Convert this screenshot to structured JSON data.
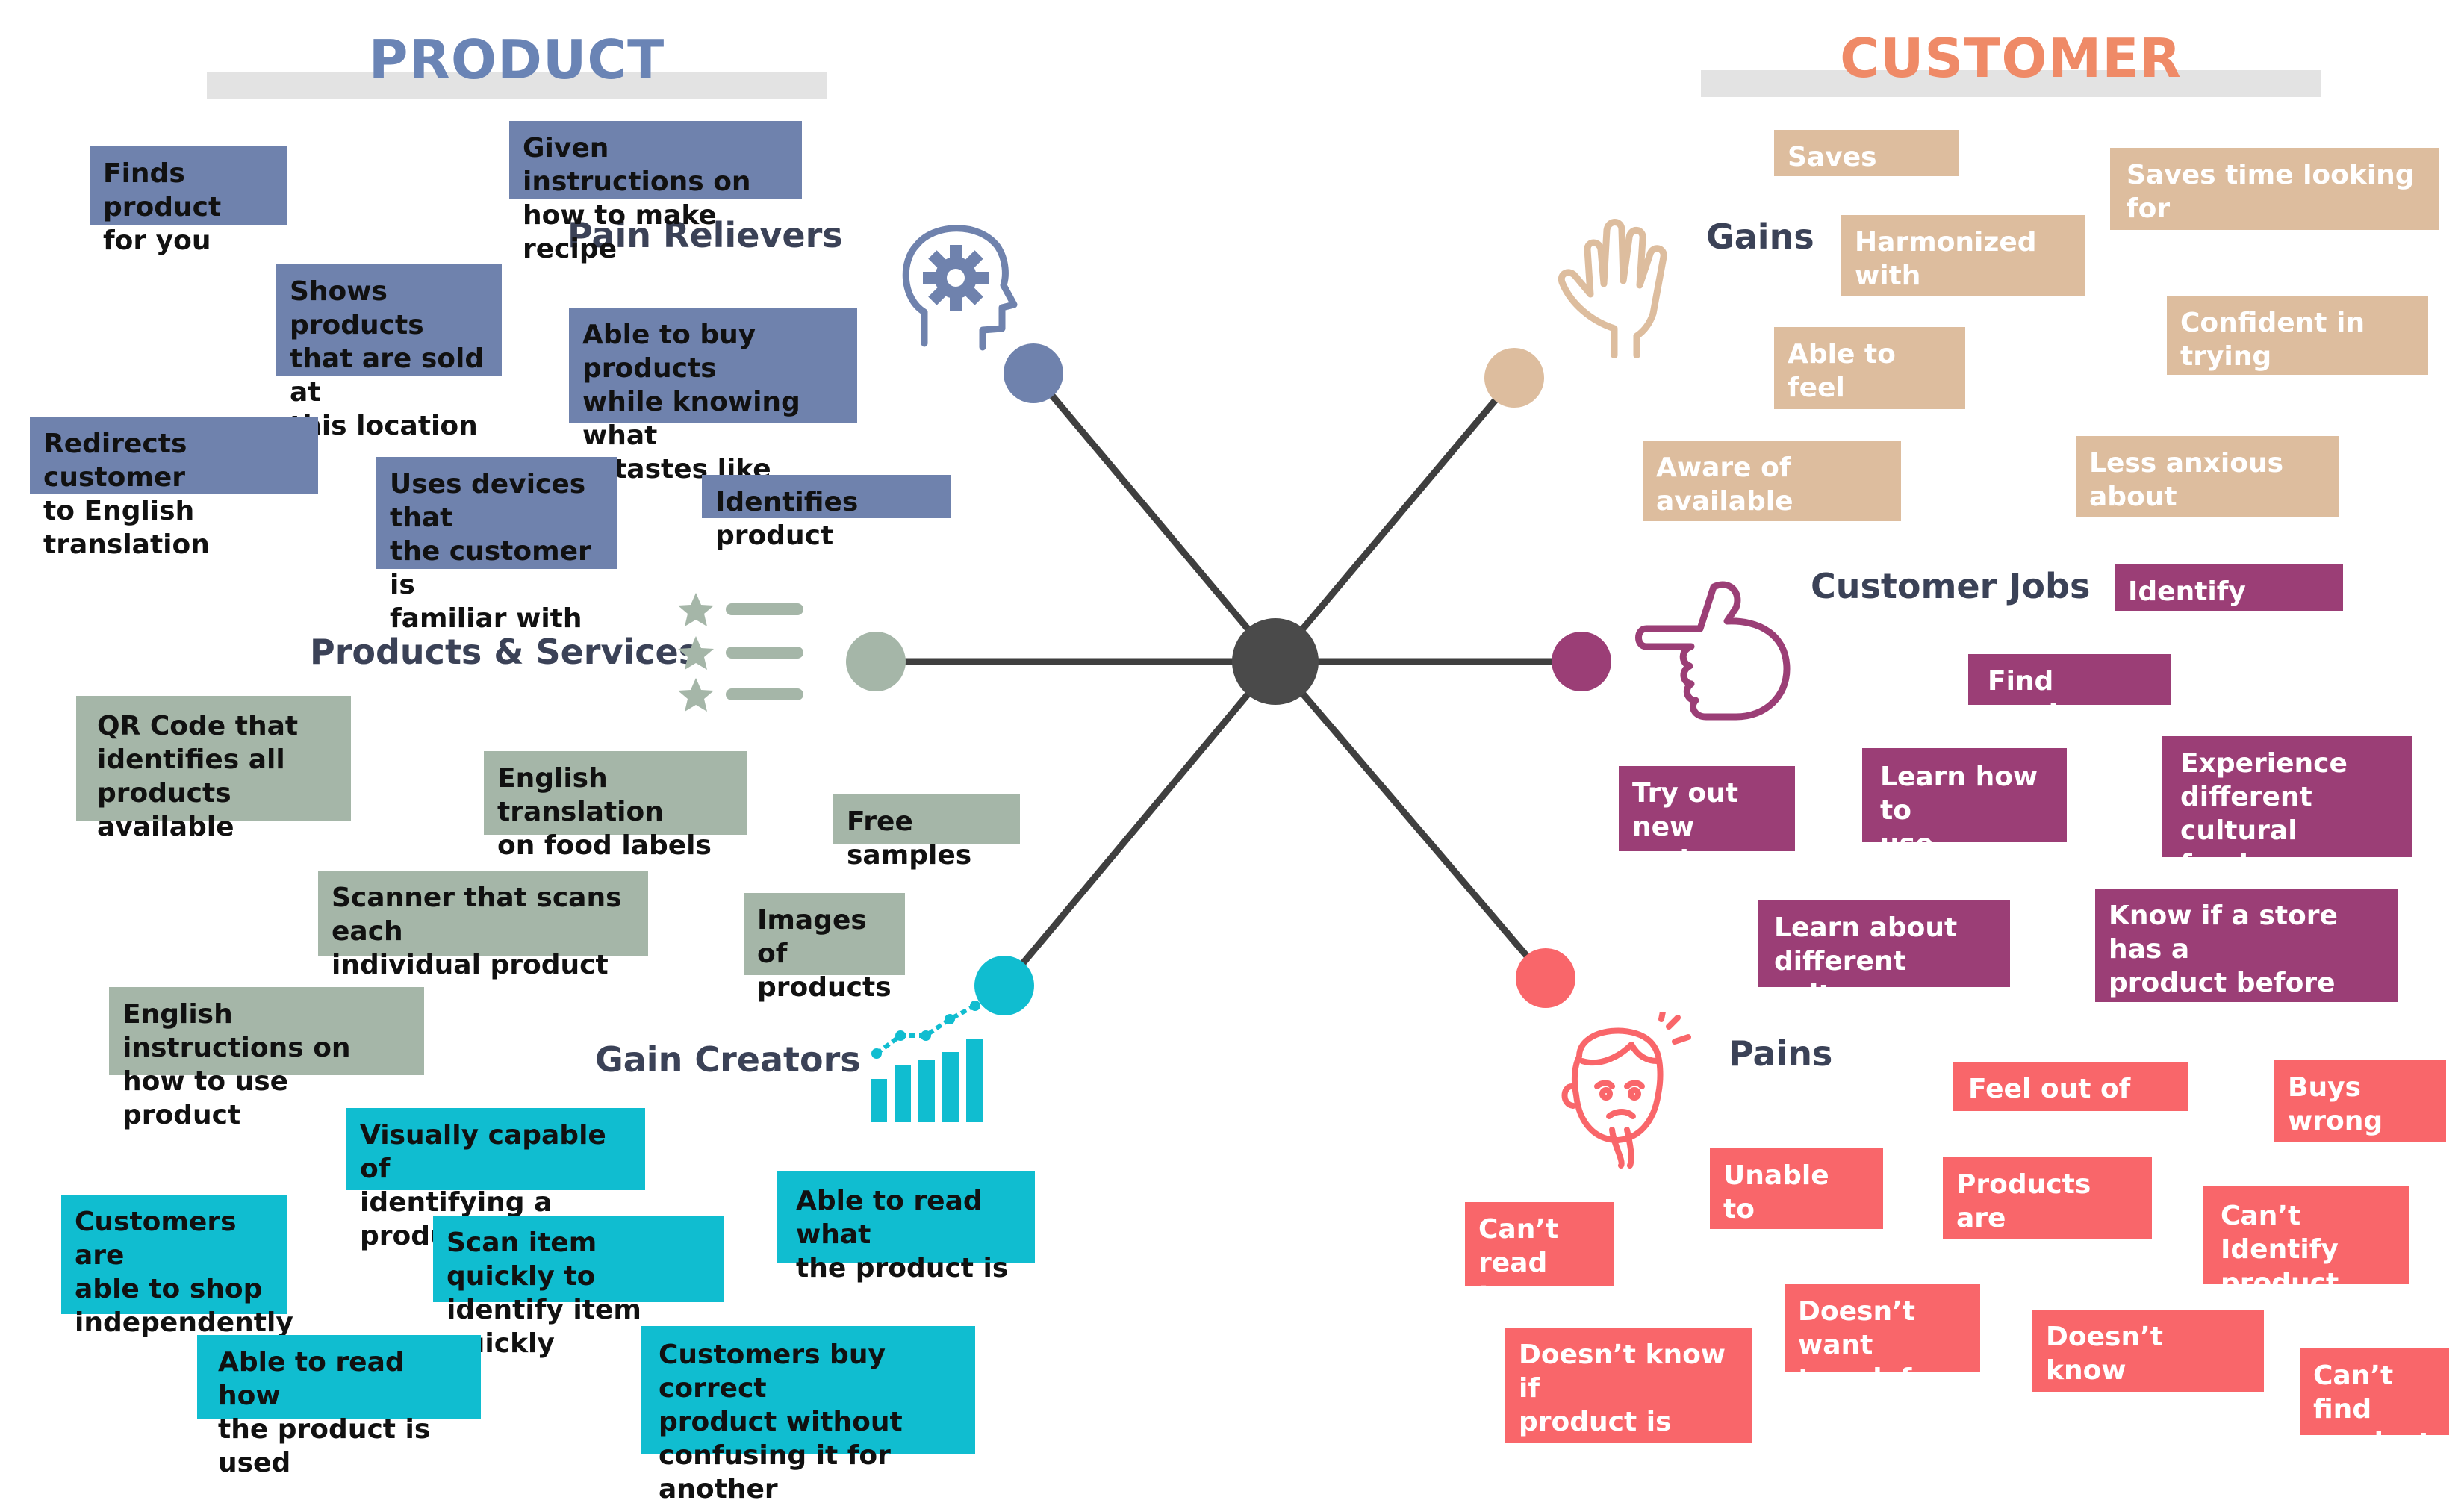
{
  "headers": {
    "product": "PRODUCT",
    "customer": "CUSTOMER"
  },
  "colors": {
    "product_title": "#6a84b5",
    "customer_title": "#ef8a67",
    "pain_relievers": "#6f82ad",
    "products_services": "#a5b6a8",
    "gain_creators": "#10bdd0",
    "gains": "#ddbd9e",
    "customer_jobs": "#9b3e76",
    "pains": "#f9666a",
    "hub": "#4a4a4a"
  },
  "sections": {
    "pain_relievers": {
      "label": "Pain Relievers",
      "items": [
        "Finds product\nfor you",
        "Given instructions on\nhow to make recipe",
        "Shows products\nthat are sold at\nthis location",
        "Able to buy products\nwhile knowing what\nit tastes like",
        "Redirects customer\nto English translation",
        "Uses devices that\nthe customer is\nfamiliar with",
        "Identifies product"
      ]
    },
    "products_services": {
      "label": "Products & Services",
      "items": [
        "QR Code  that\nidentifies all\nproducts available",
        "English translation\non food labels",
        "Free samples",
        "Scanner that scans each\nindividual product",
        "Images of\nproducts",
        "English instructions on\nhow to use product"
      ]
    },
    "gain_creators": {
      "label": "Gain Creators",
      "items": [
        "Visually capable of\nidentifying a product",
        "Customers are\nable to shop\nindependently",
        "Scan item quickly to\nidentify item quickly",
        "Able to read what\nthe product is",
        "Able to read how\nthe product is used",
        "Customers buy correct\nproduct without\nconfusing it for another"
      ]
    },
    "gains": {
      "label": "Gains",
      "items": [
        "Saves money",
        "Saves time looking for\nand identifying product",
        "Harmonized with\nthe environment",
        "Confident in trying\nnew recipes",
        "Able to feel\nindependent",
        "Aware of available\nproducts",
        "Less anxious about\nusing product"
      ]
    },
    "customer_jobs": {
      "label": "Customer Jobs",
      "items": [
        "Identify product",
        "Find product",
        "Try out new\nrecipes",
        "Learn how to\nuse product",
        "Experience\ndifferent cultural\nfoods",
        "Learn about\ndifferent cultures",
        "Know if a store has a\nproduct before going\nto the store"
      ]
    },
    "pains": {
      "label": "Pains",
      "items": [
        "Feel out of place",
        "Buys wrong\nproduct",
        "Unable to\nmake recipe",
        "Products are\ntoo expensive",
        "Can’t read\nJapanese",
        "Can’t Identify\nproduct",
        "Doesn’t want\nto ask for help",
        "Doesn’t know\ntaste of product",
        "Doesn’t know if\nproduct is sold at\nthis location",
        "Can’t find\nproduct"
      ]
    }
  },
  "icons": {
    "pain_relievers": "head-gear-icon",
    "products_services": "star-list-icon",
    "gain_creators": "growth-chart-icon",
    "gains": "raised-hand-icon",
    "customer_jobs": "pointing-hand-icon",
    "pains": "worried-face-icon"
  }
}
